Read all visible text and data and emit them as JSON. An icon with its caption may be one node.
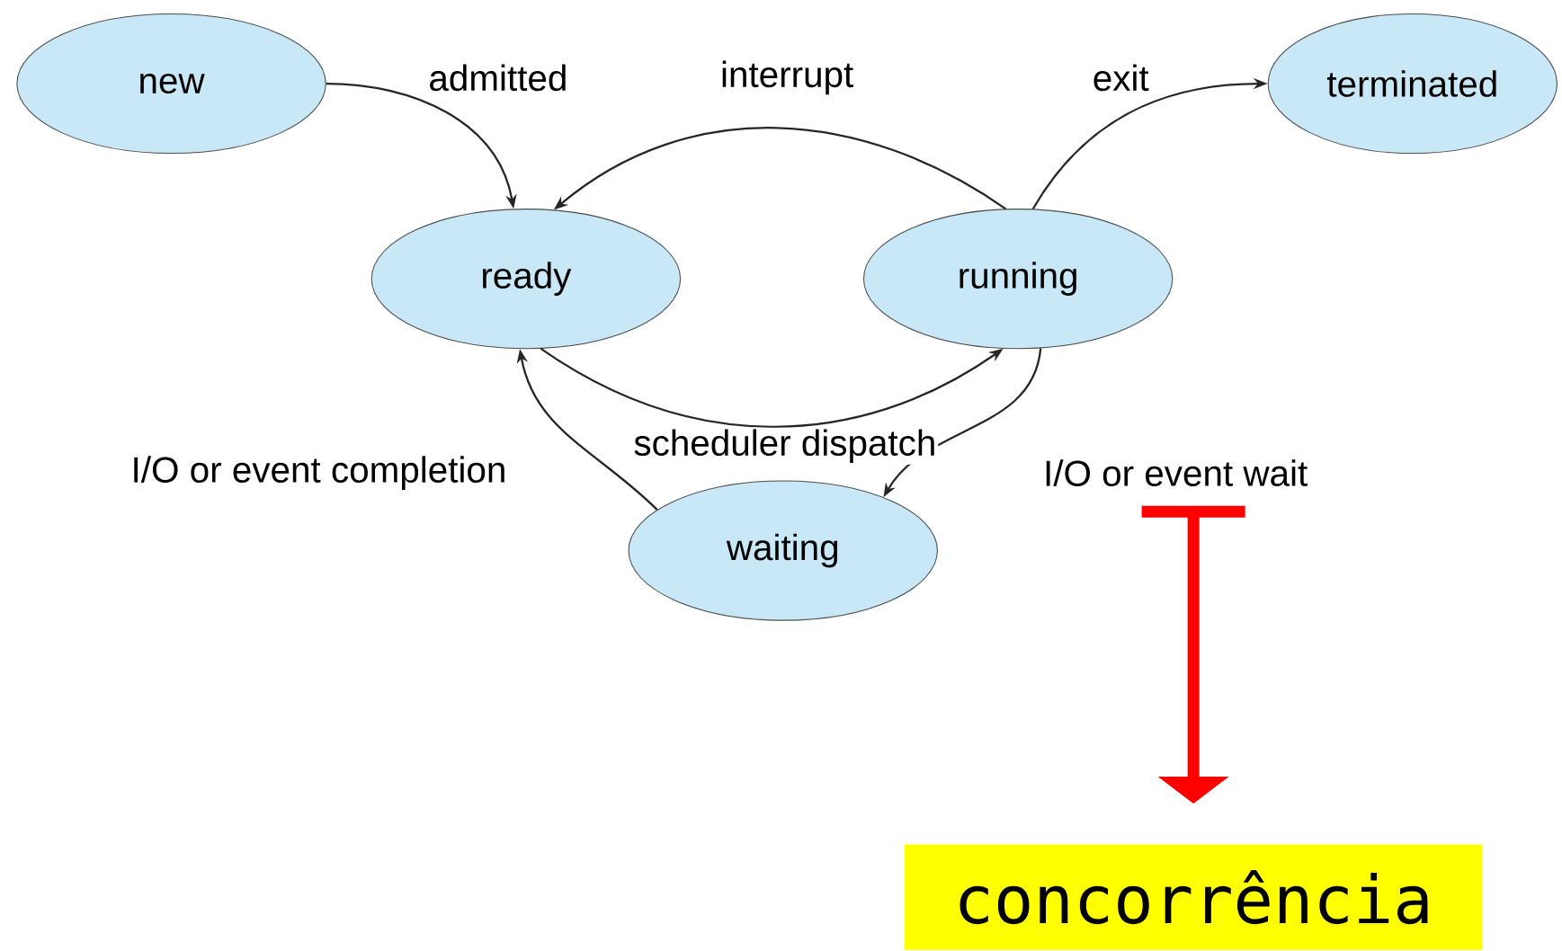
{
  "diagram": {
    "nodes": [
      {
        "text": [
          "new"
        ]
      },
      {
        "text": [
          "ready"
        ]
      },
      {
        "text": [
          "running"
        ]
      },
      {
        "text": [
          "terminated"
        ]
      },
      {
        "text": [
          "waiting"
        ]
      },
      {
        "text": [
          "concorrência"
        ]
      }
    ],
    "edges": [
      {
        "from": 0,
        "to": 1,
        "arrow": "to",
        "label": "admitted"
      },
      {
        "from": 2,
        "to": 1,
        "arrow": "to",
        "label": "interrupt"
      },
      {
        "from": 2,
        "to": 3,
        "arrow": "to",
        "label": "exit"
      },
      {
        "from": 1,
        "to": 2,
        "arrow": "to",
        "label": "scheduler dispatch"
      },
      {
        "from": 4,
        "to": 1,
        "arrow": "to",
        "label": "I/O or event completion"
      },
      {
        "from": 2,
        "to": 4,
        "arrow": "to",
        "label": "I/O or event wait"
      },
      {
        "from": null,
        "to": 5,
        "arrow": "to",
        "style": "thick",
        "color": "#ff0000"
      }
    ]
  }
}
